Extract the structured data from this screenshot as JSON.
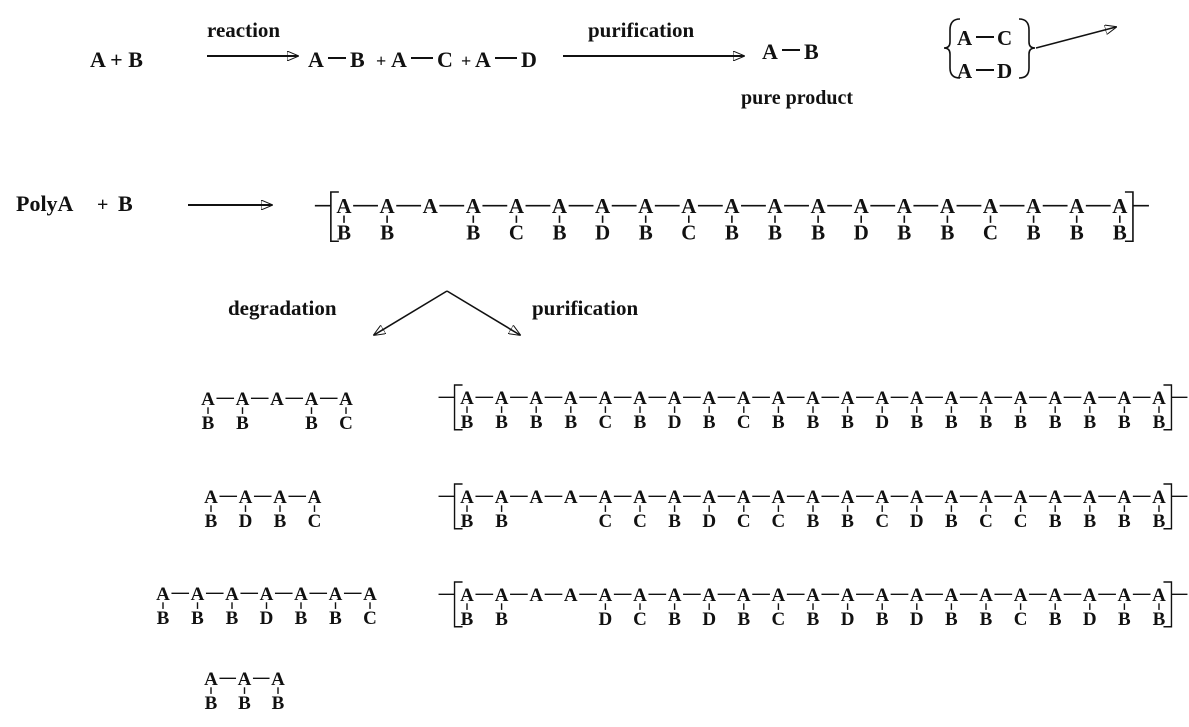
{
  "scheme1": {
    "reactants": "A + B",
    "reaction_label": "reaction",
    "mixture": {
      "main": {
        "a": "A",
        "b": "B"
      },
      "side1": {
        "a": "A",
        "b": "C"
      },
      "side2": {
        "a": "A",
        "b": "D"
      },
      "plus": "+"
    },
    "purification_label": "purification",
    "product": {
      "a": "A",
      "b": "B"
    },
    "product_caption": "pure product",
    "byproducts": [
      {
        "a": "A",
        "b": "C"
      },
      {
        "a": "A",
        "b": "D"
      }
    ]
  },
  "scheme2": {
    "reactant1": "PolyA",
    "plus": "+",
    "reactant2": "B",
    "backbone_unit": "A",
    "polymer_substituents": [
      "B",
      "B",
      "",
      "B",
      "C",
      "B",
      "D",
      "B",
      "C",
      "B",
      "B",
      "B",
      "D",
      "B",
      "B",
      "C",
      "B",
      "B",
      "B"
    ],
    "degradation_label": "degradation",
    "purification_label": "purification"
  },
  "fragments": [
    {
      "units": 5,
      "substituents": [
        "B",
        "B",
        "",
        "B",
        "C"
      ]
    },
    {
      "units": 4,
      "substituents": [
        "B",
        "D",
        "B",
        "C"
      ]
    },
    {
      "units": 7,
      "substituents": [
        "B",
        "B",
        "B",
        "D",
        "B",
        "B",
        "C"
      ]
    },
    {
      "units": 3,
      "substituents": [
        "B",
        "B",
        "B"
      ]
    }
  ],
  "purified_polymers": [
    {
      "units": 21,
      "substituents": [
        "B",
        "B",
        "B",
        "B",
        "C",
        "B",
        "D",
        "B",
        "C",
        "B",
        "B",
        "B",
        "D",
        "B",
        "B",
        "B",
        "B",
        "B",
        "B",
        "B",
        "B"
      ]
    },
    {
      "units": 21,
      "substituents": [
        "B",
        "B",
        "",
        "",
        "C",
        "C",
        "B",
        "D",
        "C",
        "C",
        "B",
        "B",
        "C",
        "D",
        "B",
        "C",
        "C",
        "B",
        "B",
        "B",
        "B"
      ]
    },
    {
      "units": 21,
      "substituents": [
        "B",
        "B",
        "",
        "",
        "D",
        "C",
        "B",
        "D",
        "B",
        "C",
        "B",
        "D",
        "B",
        "D",
        "B",
        "B",
        "C",
        "B",
        "D",
        "B",
        "B"
      ]
    }
  ]
}
